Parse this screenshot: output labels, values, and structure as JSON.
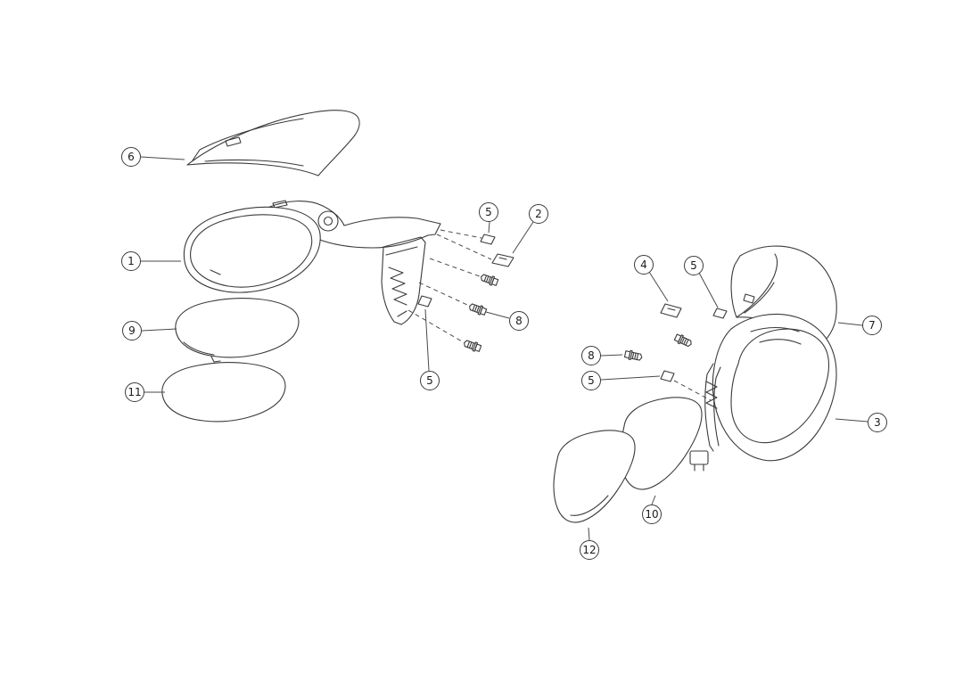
{
  "diagram": {
    "type": "exploded-parts-diagram",
    "subject": "Car door side mirror assemblies, left and right, with caps, glasses, clips and bolts",
    "background_color": "#ffffff",
    "line_color": "#3a3a3a",
    "callouts": [
      {
        "label": "6"
      },
      {
        "label": "1"
      },
      {
        "label": "9"
      },
      {
        "label": "11"
      },
      {
        "label": "5"
      },
      {
        "label": "2"
      },
      {
        "label": "8"
      },
      {
        "label": "5"
      },
      {
        "label": "4"
      },
      {
        "label": "5"
      },
      {
        "label": "7"
      },
      {
        "label": "8"
      },
      {
        "label": "5"
      },
      {
        "label": "3"
      },
      {
        "label": "10"
      },
      {
        "label": "12"
      }
    ]
  }
}
